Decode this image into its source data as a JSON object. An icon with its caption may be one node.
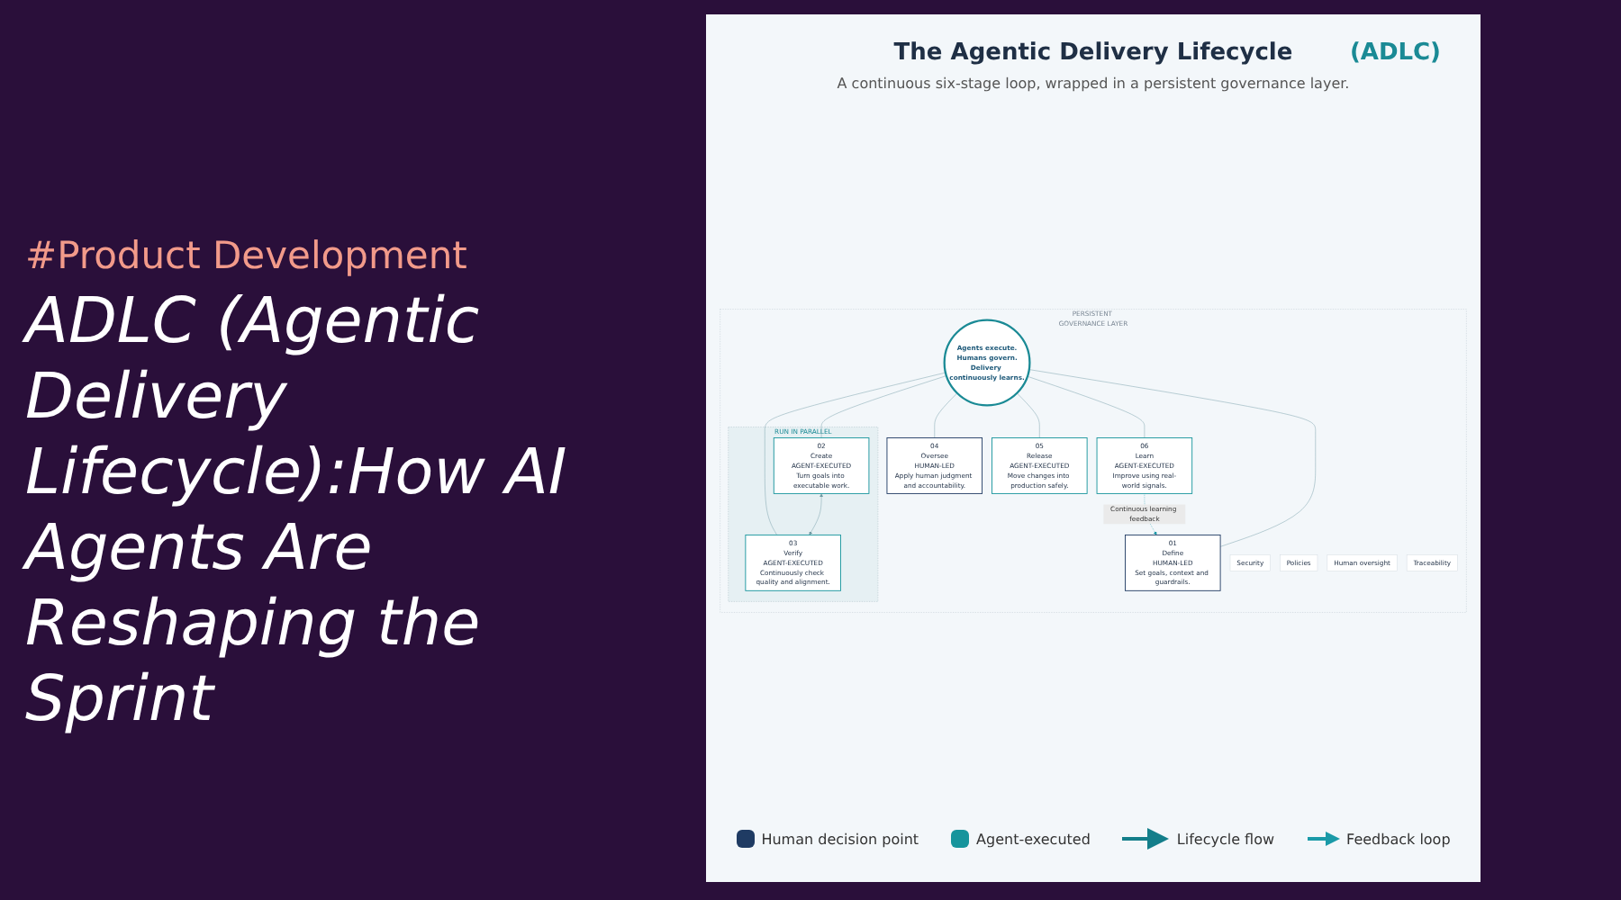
{
  "diagram": {
    "title": "The Agentic Delivery Lifecycle",
    "nodes": [
      {
        "text": [
          "PERSISTENT GOVERNANCE LAYER"
        ]
      },
      {
        "text": [
          "Security"
        ],
        "in": 0
      },
      {
        "text": [
          "01",
          "Define",
          "HUMAN-LED",
          "Set goals, context and guardrails."
        ],
        "in": 0
      },
      {
        "text": [
          "Policies"
        ],
        "in": 0
      },
      {
        "text": [
          "Agents execute.",
          "Humans govern.",
          "Delivery continuously learns."
        ],
        "in": 0
      },
      {
        "text": [
          "06",
          "Learn",
          "AGENT-EXECUTED",
          "Improve using real-world signals."
        ],
        "in": 0
      },
      {
        "text": [
          "RUN IN PARALLEL"
        ],
        "in": 0
      },
      {
        "text": [
          "02",
          "Create",
          "AGENT-EXECUTED",
          "Turn goals into executable work."
        ],
        "in": 6
      },
      {
        "text": [
          "03",
          "Verify",
          "AGENT-EXECUTED",
          "Continuously check quality and alignment."
        ],
        "in": 6
      },
      {
        "text": [
          "05",
          "Release",
          "AGENT-EXECUTED",
          "Move changes into production safely."
        ],
        "in": 0
      },
      {
        "text": [
          "04",
          "Oversee",
          "HUMAN-LED",
          "Apply human judgment and accountability."
        ],
        "in": 0
      },
      {
        "text": [
          "Human oversight"
        ],
        "in": 0
      },
      {
        "text": [
          "Traceability"
        ],
        "in": 0
      }
    ],
    "edges": [
      {
        "from": 5,
        "to": 2,
        "arrow": "to",
        "label": "Continuous learning feedback",
        "style": "dashed",
        "color": "#1a9aa8"
      },
      {
        "from": 4,
        "to": 2,
        "arrow": "none"
      },
      {
        "from": 4,
        "to": 7,
        "arrow": "none"
      },
      {
        "from": 4,
        "to": 8,
        "arrow": "none"
      },
      {
        "from": 4,
        "to": 10,
        "arrow": "none"
      },
      {
        "from": 4,
        "to": 9,
        "arrow": "none"
      },
      {
        "from": 4,
        "to": 5,
        "arrow": "none"
      },
      {
        "from": 7,
        "to": 8,
        "arrow": "both"
      }
    ],
    "labels": [
      "(ADLC)",
      "A continuous six-stage loop, wrapped in a persistent governance layer.",
      "#Product Development",
      "ADLC (Agentic Delivery Lifecycle):How AI Agents Are Reshaping the Sprint"
    ],
    "legend": [
      {
        "text": "Human decision point",
        "color": "#1f3b63"
      },
      {
        "text": "Agent-executed",
        "color": "#16949c"
      },
      {
        "text": "Lifecycle flow"
      },
      {
        "text": "Feedback loop"
      }
    ]
  }
}
